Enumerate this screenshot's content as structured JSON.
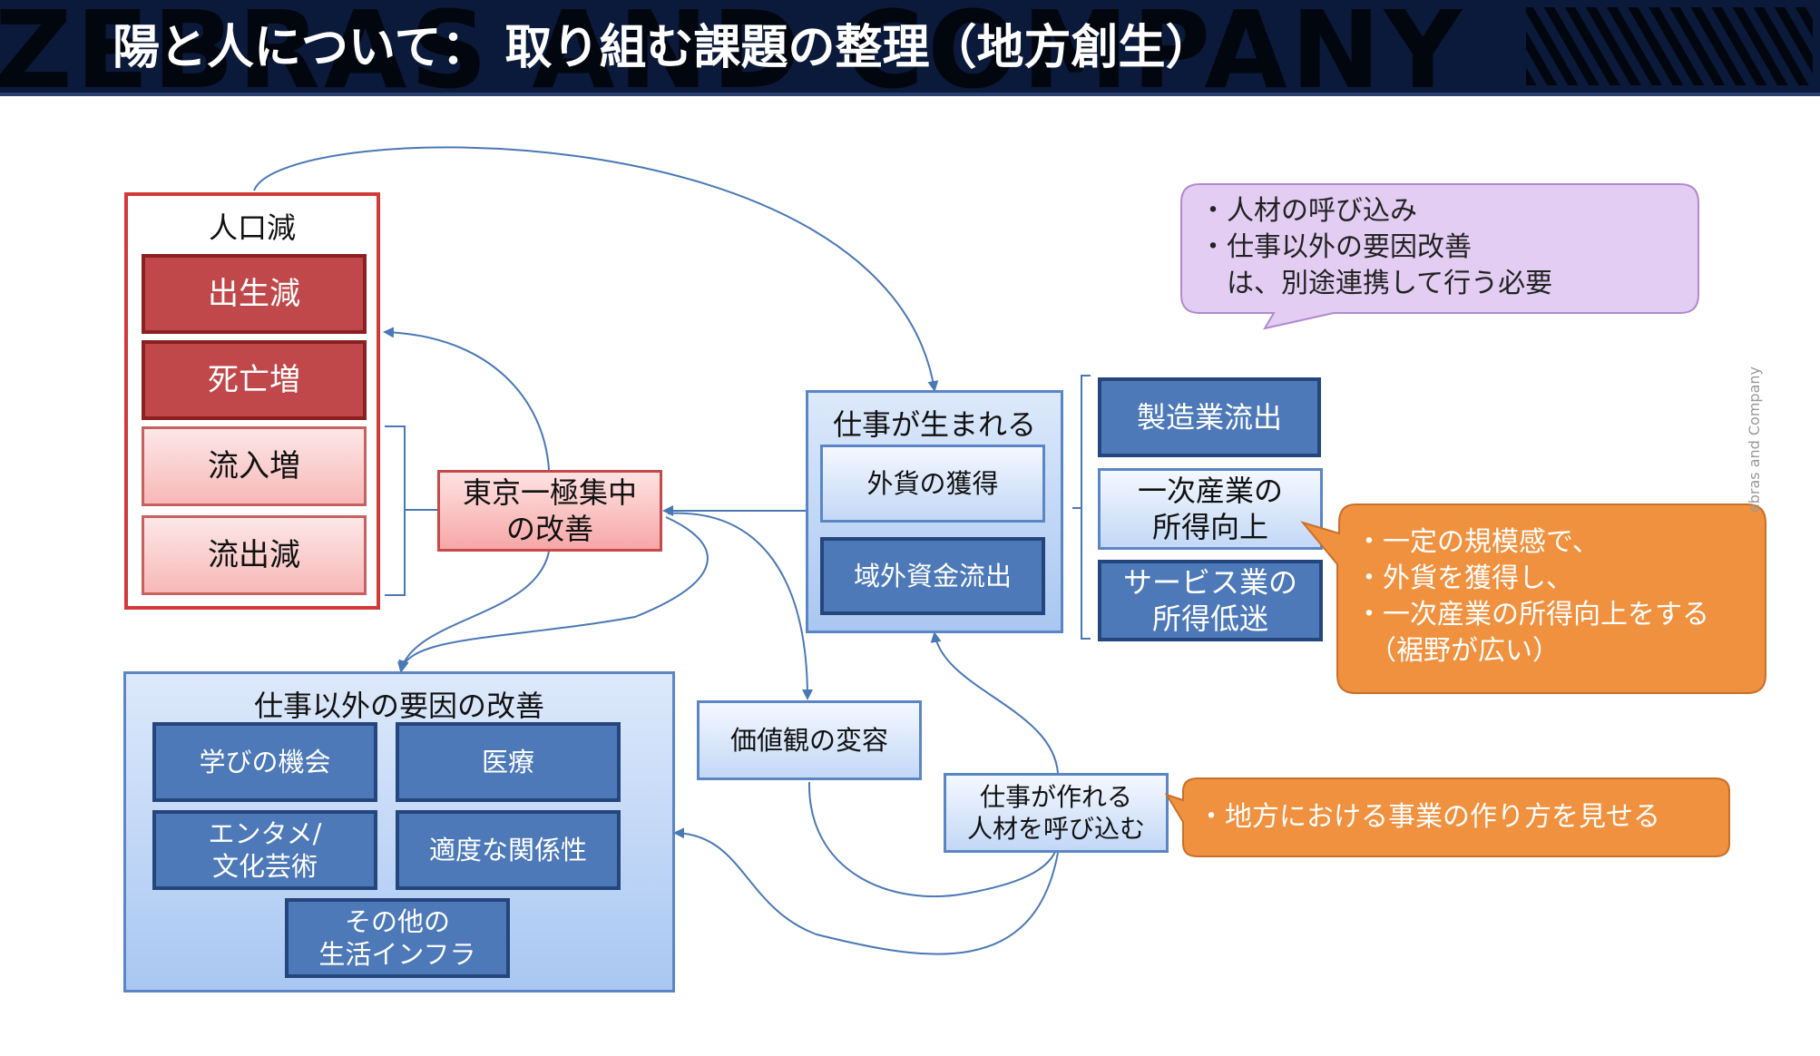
{
  "header": {
    "title": "陽と人について： 取り組む課題の整理（地方創生）",
    "background_text": "ZEBRAS AND COMPANY"
  },
  "population": {
    "title": "人口減",
    "items": [
      "出生減",
      "死亡増",
      "流入増",
      "流出減"
    ]
  },
  "tokyo": {
    "line1": "東京一極集中",
    "line2": "の改善"
  },
  "jobs": {
    "title": "仕事が生まれる",
    "items": [
      "外貨の獲得",
      "域外資金流出"
    ]
  },
  "industries": {
    "manufacturing": "製造業流出",
    "primary_line1": "一次産業の",
    "primary_line2": "所得向上",
    "service_line1": "サービス業の",
    "service_line2": "所得低迷"
  },
  "nonwork": {
    "title": "仕事以外の要因の改善",
    "learning": "学びの機会",
    "medical": "医療",
    "ent_line1": "エンタメ/",
    "ent_line2": "文化芸術",
    "relations": "適度な関係性",
    "infra_line1": "その他の",
    "infra_line2": "生活インフラ"
  },
  "values_change": "価値観の変容",
  "talent": {
    "line1": "仕事が作れる",
    "line2": "人材を呼び込む"
  },
  "purple_note": {
    "line1": "・人材の呼び込み",
    "line2": "・仕事以外の要因改善",
    "line3": "　は、別途連携して行う必要"
  },
  "orange_note_1": {
    "line1": "・一定の規模感で、",
    "line2": "・外貨を獲得し、",
    "line3": "・一次産業の所得向上をする",
    "line4": "　（裾野が広い）"
  },
  "orange_note_2": "・地方における事業の作り方を見せる",
  "side_text": "ebras and Company",
  "colors": {
    "header_bg": "#0b1a3a",
    "dark_red": "#c0484a",
    "light_red": "#f7b8b8",
    "dark_blue": "#4d79b8",
    "light_blue": "#c3d8f6",
    "orange": "#f0913f",
    "purple": "#e3cdf2",
    "arrow": "#4a78b5"
  }
}
